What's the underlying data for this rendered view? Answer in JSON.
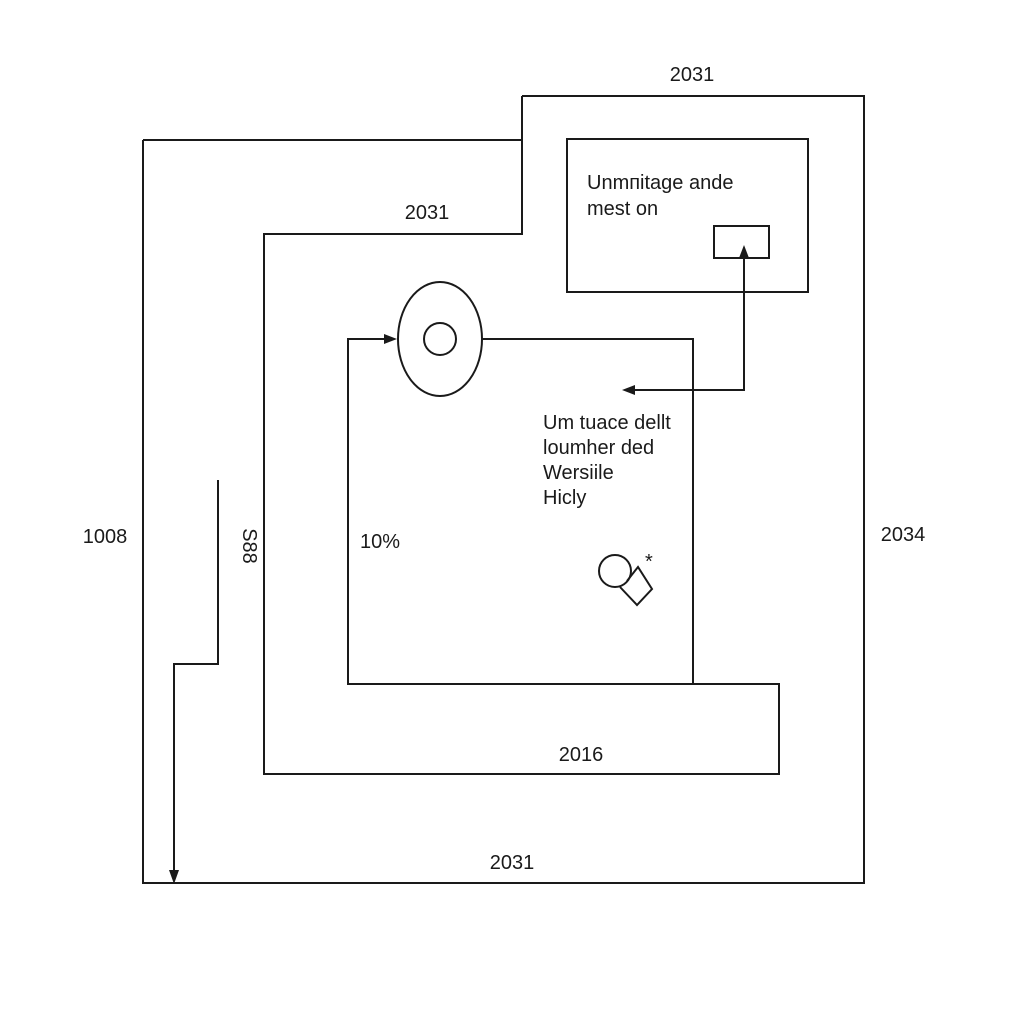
{
  "labels": {
    "top_outer": "2031",
    "top_inner": "2031",
    "left_outer": "1008",
    "left_inner": "S88",
    "right_outer": "2034",
    "bottom_mid": "2016",
    "bottom_outer": "2031",
    "percent": "10%"
  },
  "callout_box": {
    "lines": [
      "Unmпitage ande",
      "mest on"
    ]
  },
  "note": {
    "lines": [
      "Um tuace dellt",
      "loumher ded",
      "Wersiile",
      "Hicly"
    ]
  },
  "marker": {
    "symbol": "*"
  }
}
